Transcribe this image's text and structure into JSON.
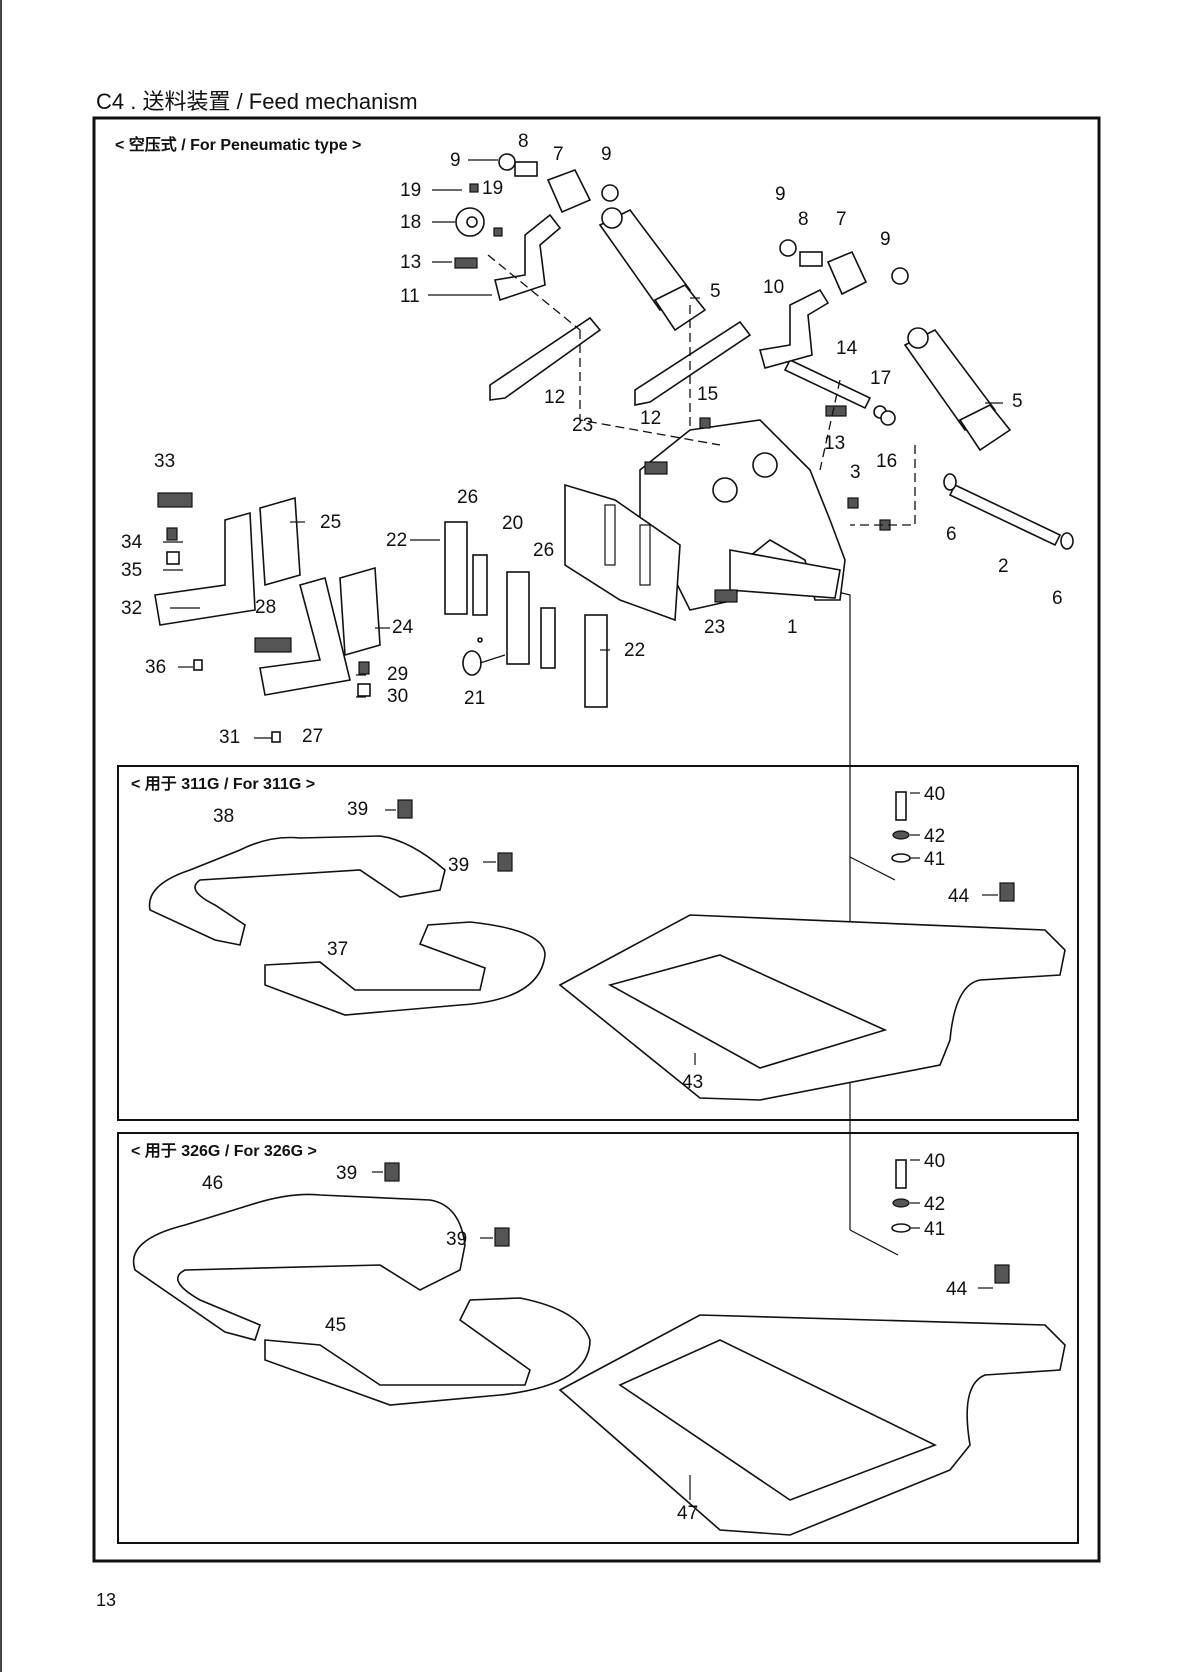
{
  "page": {
    "title": "C4 . 送料装置 / Feed mechanism",
    "number": "13"
  },
  "sections": {
    "pneumatic": "< 空压式 / For Peneumatic type >",
    "g311": "< 用于 311G / For 311G >",
    "g326": "< 用于 326G / For 326G >"
  },
  "labels": [
    "1",
    "2",
    "3",
    "5",
    "5",
    "6",
    "6",
    "7",
    "7",
    "8",
    "8",
    "9",
    "9",
    "9",
    "9",
    "10",
    "11",
    "12",
    "12",
    "13",
    "13",
    "14",
    "15",
    "16",
    "17",
    "18",
    "19",
    "19",
    "20",
    "21",
    "22",
    "22",
    "23",
    "23",
    "24",
    "25",
    "26",
    "26",
    "27",
    "28",
    "29",
    "30",
    "31",
    "32",
    "33",
    "34",
    "35",
    "36",
    "37",
    "38",
    "39",
    "39",
    "40",
    "41",
    "42",
    "43",
    "44",
    "39",
    "39",
    "40",
    "41",
    "42",
    "44",
    "45",
    "46",
    "47"
  ]
}
